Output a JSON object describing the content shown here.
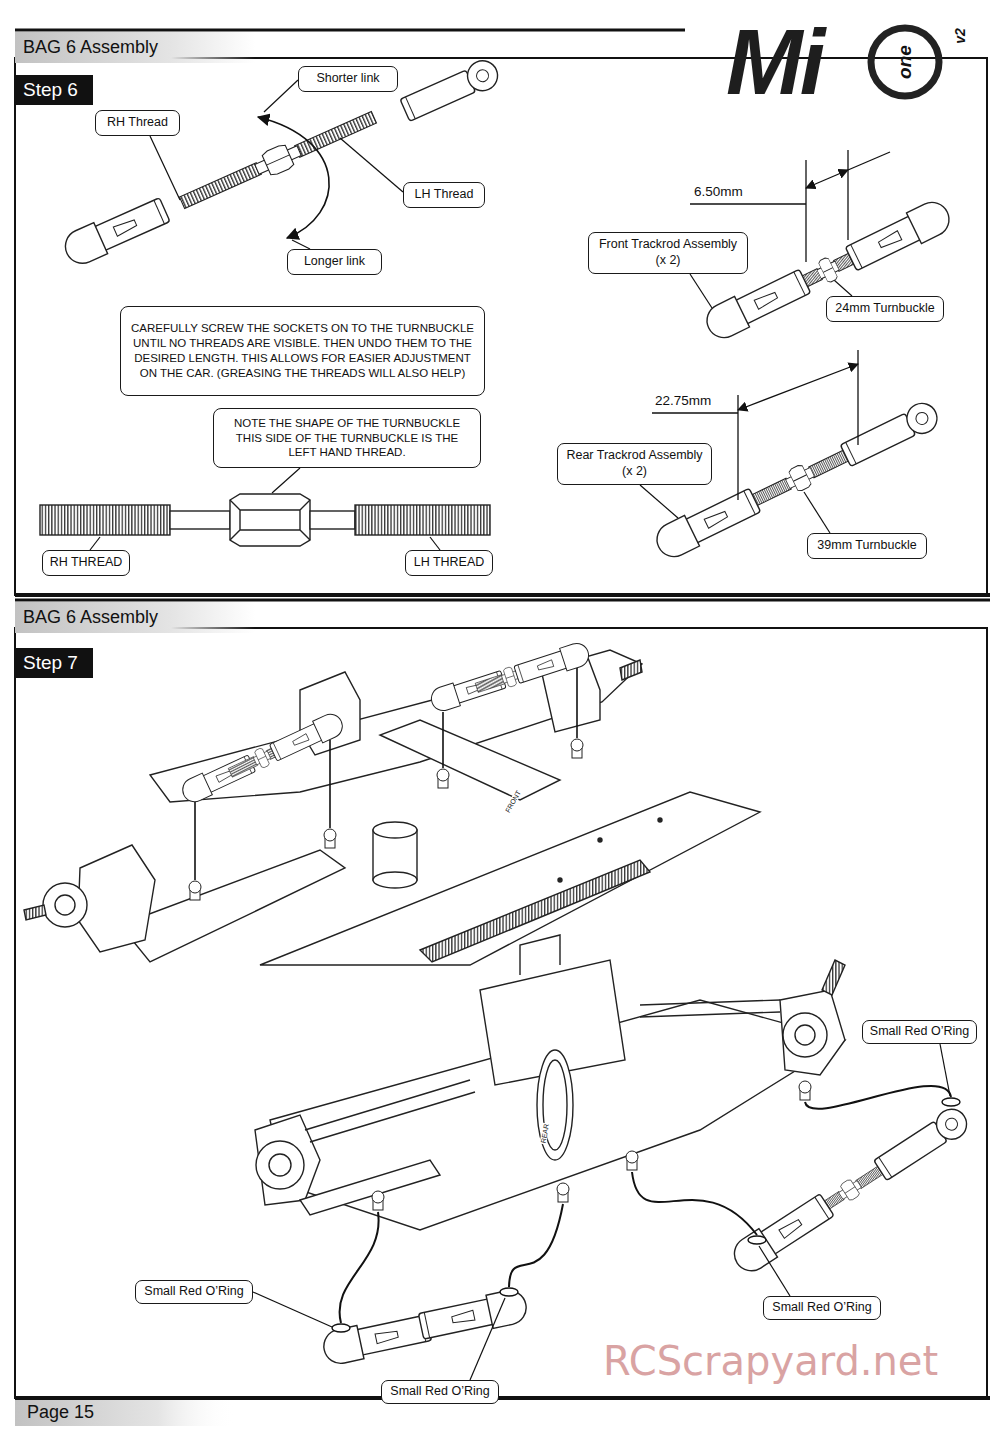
{
  "diagram": {
    "nodes": [
      {
        "text": [
          "BAG 6 Assembly"
        ]
      },
      {
        "text": [
          "Step 6"
        ]
      },
      {
        "text": [
          "Shorter link"
        ]
      },
      {
        "text": [
          "RH Thread"
        ]
      },
      {
        "text": [
          "LH Thread"
        ]
      },
      {
        "text": [
          "Longer link"
        ]
      },
      {
        "text": [
          "CAREFULLY SCREW THE SOCKETS ON TO THE TURNBUCKLE UNTIL NO THREADS ARE VISIBLE. THEN UNDO THEM TO THE DESIRED LENGTH. THIS ALLOWS FOR EASIER ADJUSTMENT ON THE CAR. (GREASING THE THREADS WILL ALSO HELP)"
        ]
      },
      {
        "text": [
          "NOTE THE SHAPE OF THE TURNBUCKLE THIS SIDE OF THE TURNBUCKLE IS THE LEFT HAND THREAD."
        ]
      },
      {
        "text": [
          "RH THREAD"
        ]
      },
      {
        "text": [
          "LH THREAD"
        ]
      },
      {
        "text": [
          "Front Trackrod Assembly (x 2)"
        ]
      },
      {
        "text": [
          "24mm Turnbuckle"
        ]
      },
      {
        "text": [
          "Rear Trackrod Assembly (x 2)"
        ]
      },
      {
        "text": [
          "39mm Turnbuckle"
        ]
      },
      {
        "text": [
          "BAG 6 Assembly"
        ]
      },
      {
        "text": [
          "Step 7"
        ]
      },
      {
        "text": [
          "Small Red O’Ring"
        ]
      },
      {
        "text": [
          "Small Red O’Ring"
        ]
      },
      {
        "text": [
          "Small Red O’Ring"
        ]
      },
      {
        "text": [
          "Small Red O’Ring"
        ]
      }
    ],
    "labels": [
      "Mi",
      "one",
      "v2",
      "6.50mm",
      "22.75mm",
      "FRONT",
      "REAR",
      "Page 15",
      "RCScrapyard.net"
    ]
  }
}
